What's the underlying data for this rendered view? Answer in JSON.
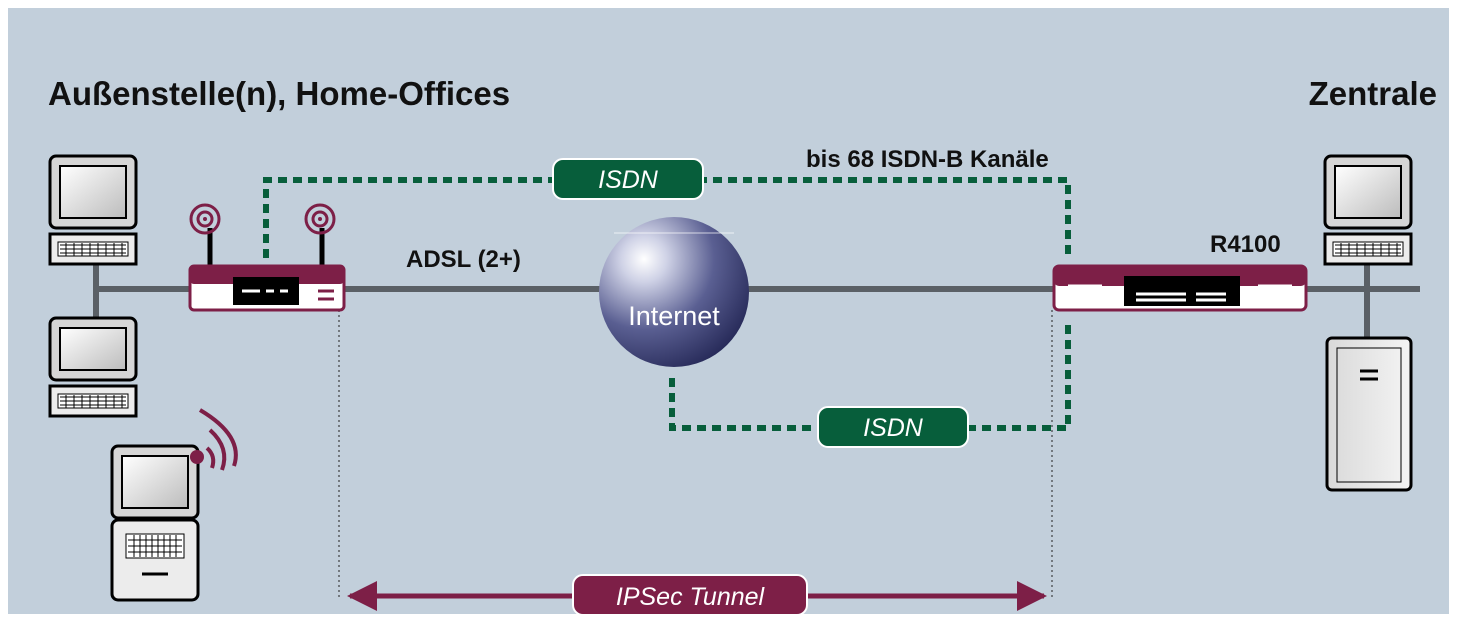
{
  "headings": {
    "left": "Außenstelle(n), Home-Offices",
    "right": "Zentrale"
  },
  "labels": {
    "isdn_channels": "bis 68 ISDN-B Kanäle",
    "adsl": "ADSL (2+)",
    "router_model": "R4100",
    "internet": "Internet"
  },
  "badges": {
    "isdn_top": "ISDN",
    "isdn_bottom": "ISDN",
    "ipsec": "IPSec Tunnel"
  },
  "colors": {
    "background": "#c2cfdb",
    "isdn_green": "#075e3b",
    "brand_maroon": "#7d1f47",
    "line_gray": "#5a6066",
    "globe": "#3a3d6a"
  },
  "icons": [
    "desktop-computer-icon",
    "laptop-wireless-icon",
    "wireless-router-icon",
    "central-router-icon",
    "internet-globe-icon",
    "server-tower-icon"
  ]
}
